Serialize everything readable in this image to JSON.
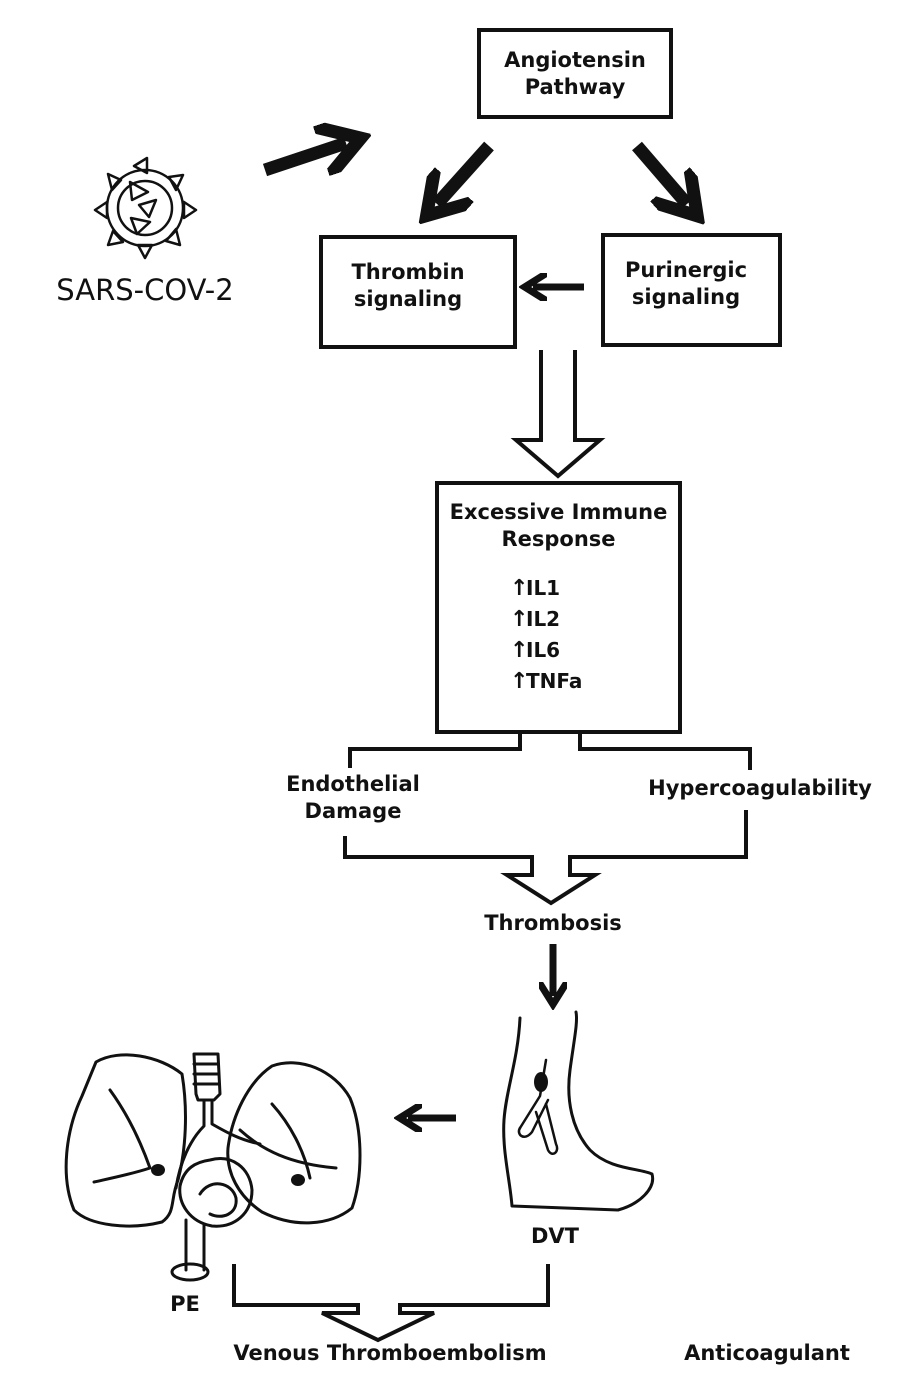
{
  "virus": {
    "label": "SARS-COV-2",
    "icon": "virus-icon"
  },
  "nodes": {
    "angiotensin": {
      "line1": "Angiotensin",
      "line2": "Pathway"
    },
    "thrombin": {
      "line1": "Thrombin",
      "line2": "signaling"
    },
    "purinergic": {
      "line1": "Purinergic",
      "line2": "signaling"
    },
    "immune": {
      "line1": "Excessive Immune",
      "line2": "Response",
      "markers": [
        "IL1",
        "IL2",
        "IL6",
        "TNFa"
      ],
      "marker_icon": "up-arrow-icon"
    },
    "endothelial": {
      "line1": "Endothelial",
      "line2": "Damage"
    },
    "hypercoag": {
      "label": "Hypercoagulability"
    },
    "thrombosis": {
      "label": "Thrombosis"
    },
    "dvt": {
      "label": "DVT",
      "icon": "leg-icon"
    },
    "pe": {
      "label": "PE",
      "icon": "lungs-heart-icon"
    },
    "vte": {
      "label": "Venous Thromboembolism"
    },
    "anticoagulant": {
      "label": "Anticoagulant"
    }
  },
  "colors": {
    "ink": "#111111",
    "background": "#ffffff",
    "clot": "#111111"
  }
}
